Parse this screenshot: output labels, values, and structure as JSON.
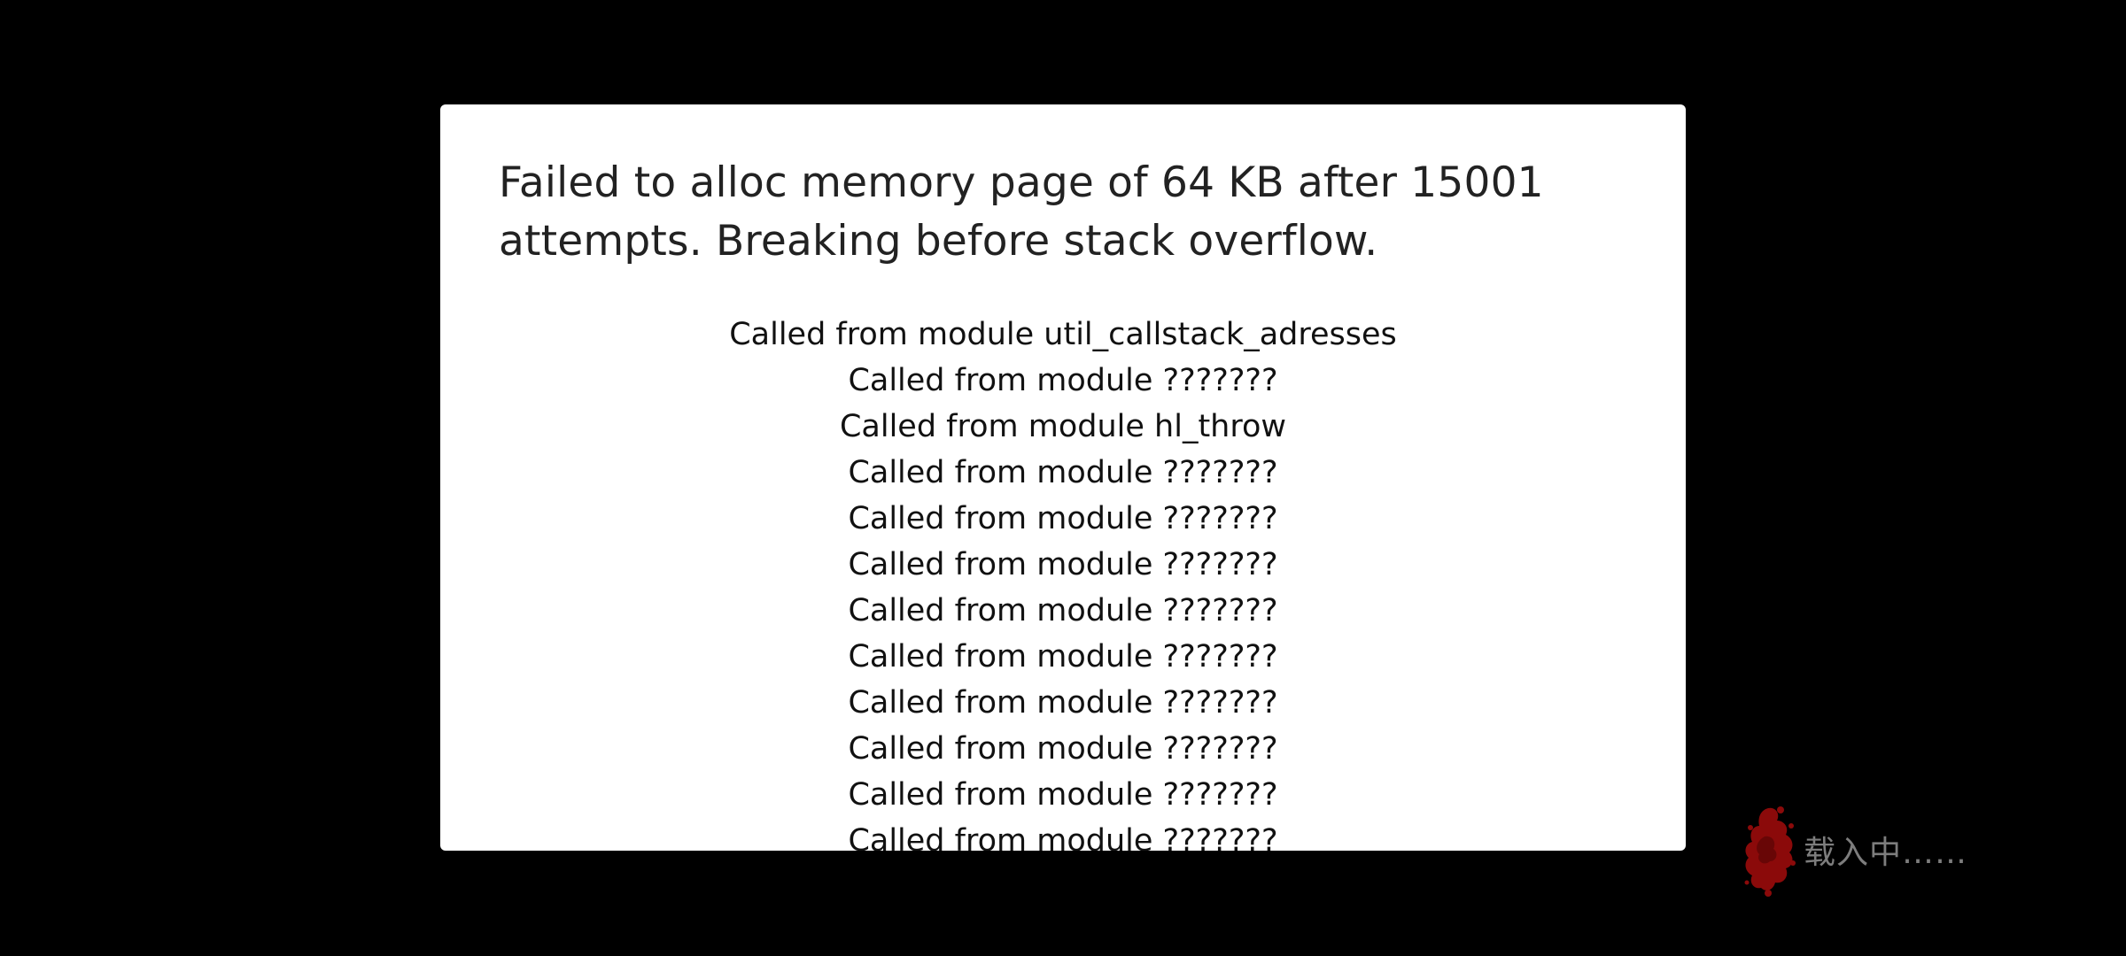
{
  "dialog": {
    "message": "Failed to alloc memory page of 64 KB after 15001 attempts. Breaking before stack overflow.",
    "callstack": [
      "Called from module util_callstack_adresses",
      "Called from module ???????",
      "Called from module hl_throw",
      "Called from module ???????",
      "Called from module ???????",
      "Called from module ???????",
      "Called from module ???????",
      "Called from module ???????",
      "Called from module ???????",
      "Called from module ???????",
      "Called from module ???????",
      "Called from module ???????"
    ]
  },
  "loading": {
    "text": "载入中……",
    "icon": "red-splatter-icon",
    "icon_color": "#8b0a0a"
  },
  "colors": {
    "background": "#000000",
    "dialog_background": "#ffffff",
    "loading_text": "#7d7d7d"
  }
}
